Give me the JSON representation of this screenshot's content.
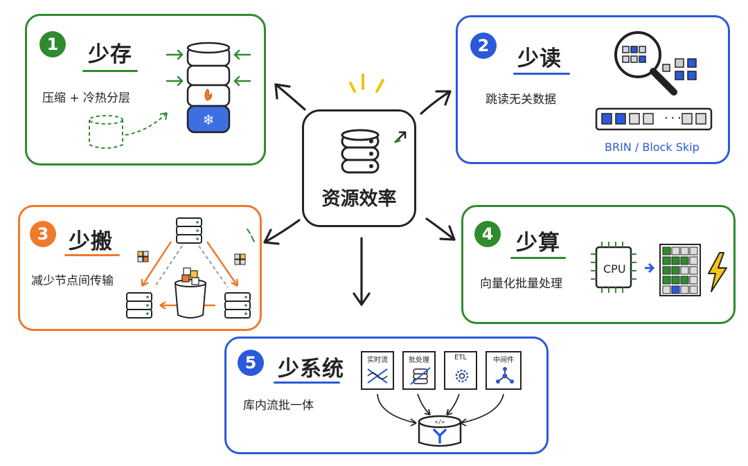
{
  "center": {
    "label": "资源效率",
    "icon": "database-icon"
  },
  "cards": [
    {
      "number": "1",
      "title": "少存",
      "subtitle": "压缩 + 冷热分层",
      "color": "#2e8b2e"
    },
    {
      "number": "2",
      "title": "少读",
      "subtitle": "跳读无关数据",
      "color": "#2b59d9",
      "caption": "BRIN / Block Skip"
    },
    {
      "number": "3",
      "title": "少搬",
      "subtitle": "减少节点间传输",
      "color": "#ee7a2a"
    },
    {
      "number": "4",
      "title": "少算",
      "subtitle": "向量化批量处理",
      "color": "#2e8b2e",
      "chip_label": "CPU"
    },
    {
      "number": "5",
      "title": "少系统",
      "subtitle": "库内流批一体",
      "color": "#2b59d9",
      "systems": [
        "实时流",
        "批处理",
        "ETL",
        "中间件"
      ],
      "unified_icon": "unified-database-icon"
    }
  ],
  "block_strip": {
    "ellipsis": "···"
  }
}
